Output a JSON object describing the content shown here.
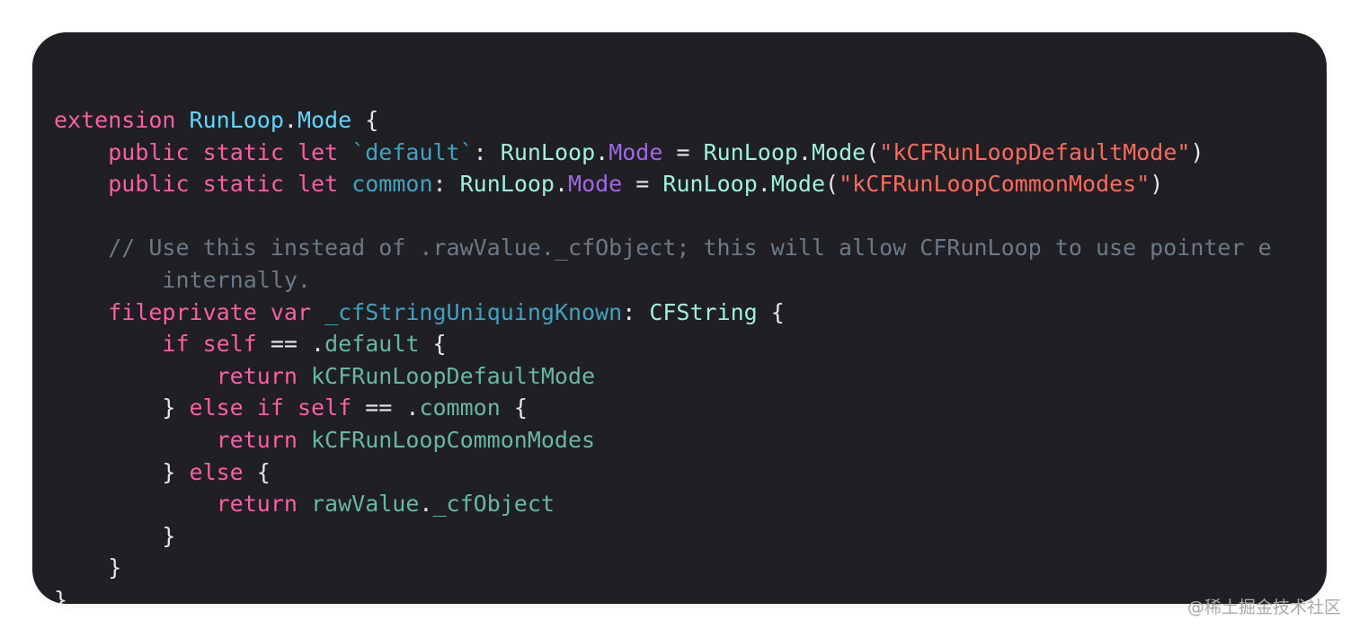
{
  "theme": {
    "background": "#1f1f24",
    "keyword": "#fc5fa3",
    "type": "#5dd8ff",
    "property": "#a167e6",
    "class": "#9ef1dd",
    "string": "#fc6a5d",
    "identifier": "#41a1c0",
    "other_identifier": "#67b7a4",
    "comment": "#6c7986",
    "plain": "#e6e6e6"
  },
  "watermark": "@稀土掘金技术社区",
  "code_lines": [
    [
      [
        "kw",
        "extension"
      ],
      [
        "pln",
        " "
      ],
      [
        "type",
        "RunLoop"
      ],
      [
        "pln",
        "."
      ],
      [
        "type",
        "Mode"
      ],
      [
        "pln",
        " {"
      ]
    ],
    [
      [
        "pln",
        "    "
      ],
      [
        "kw",
        "public"
      ],
      [
        "pln",
        " "
      ],
      [
        "kw",
        "static"
      ],
      [
        "pln",
        " "
      ],
      [
        "kw",
        "let"
      ],
      [
        "pln",
        " "
      ],
      [
        "id",
        "`default`"
      ],
      [
        "pln",
        ": "
      ],
      [
        "cls",
        "RunLoop"
      ],
      [
        "pln",
        "."
      ],
      [
        "prop",
        "Mode"
      ],
      [
        "pln",
        " = "
      ],
      [
        "cls",
        "RunLoop"
      ],
      [
        "pln",
        "."
      ],
      [
        "cls",
        "Mode"
      ],
      [
        "pln",
        "("
      ],
      [
        "str",
        "\"kCFRunLoopDefaultMode\""
      ],
      [
        "pln",
        ")"
      ]
    ],
    [
      [
        "pln",
        "    "
      ],
      [
        "kw",
        "public"
      ],
      [
        "pln",
        " "
      ],
      [
        "kw",
        "static"
      ],
      [
        "pln",
        " "
      ],
      [
        "kw",
        "let"
      ],
      [
        "pln",
        " "
      ],
      [
        "id",
        "common"
      ],
      [
        "pln",
        ": "
      ],
      [
        "cls",
        "RunLoop"
      ],
      [
        "pln",
        "."
      ],
      [
        "prop",
        "Mode"
      ],
      [
        "pln",
        " = "
      ],
      [
        "cls",
        "RunLoop"
      ],
      [
        "pln",
        "."
      ],
      [
        "cls",
        "Mode"
      ],
      [
        "pln",
        "("
      ],
      [
        "str",
        "\"kCFRunLoopCommonModes\""
      ],
      [
        "pln",
        ")"
      ]
    ],
    [],
    [
      [
        "pln",
        "    "
      ],
      [
        "cmt",
        "// Use this instead of .rawValue._cfObject; this will allow CFRunLoop to use pointer e"
      ]
    ],
    [
      [
        "pln",
        "        "
      ],
      [
        "cmt",
        "internally."
      ]
    ],
    [
      [
        "pln",
        "    "
      ],
      [
        "kw",
        "fileprivate"
      ],
      [
        "pln",
        " "
      ],
      [
        "kw",
        "var"
      ],
      [
        "pln",
        " "
      ],
      [
        "id",
        "_cfStringUniquingKnown"
      ],
      [
        "pln",
        ": "
      ],
      [
        "cls",
        "CFString"
      ],
      [
        "pln",
        " {"
      ]
    ],
    [
      [
        "pln",
        "        "
      ],
      [
        "kw",
        "if"
      ],
      [
        "pln",
        " "
      ],
      [
        "kw",
        "self"
      ],
      [
        "pln",
        " == ."
      ],
      [
        "grn",
        "default"
      ],
      [
        "pln",
        " {"
      ]
    ],
    [
      [
        "pln",
        "            "
      ],
      [
        "kw",
        "return"
      ],
      [
        "pln",
        " "
      ],
      [
        "grn",
        "kCFRunLoopDefaultMode"
      ]
    ],
    [
      [
        "pln",
        "        } "
      ],
      [
        "kw",
        "else"
      ],
      [
        "pln",
        " "
      ],
      [
        "kw",
        "if"
      ],
      [
        "pln",
        " "
      ],
      [
        "kw",
        "self"
      ],
      [
        "pln",
        " == ."
      ],
      [
        "grn",
        "common"
      ],
      [
        "pln",
        " {"
      ]
    ],
    [
      [
        "pln",
        "            "
      ],
      [
        "kw",
        "return"
      ],
      [
        "pln",
        " "
      ],
      [
        "grn",
        "kCFRunLoopCommonModes"
      ]
    ],
    [
      [
        "pln",
        "        } "
      ],
      [
        "kw",
        "else"
      ],
      [
        "pln",
        " {"
      ]
    ],
    [
      [
        "pln",
        "            "
      ],
      [
        "kw",
        "return"
      ],
      [
        "pln",
        " "
      ],
      [
        "grn",
        "rawValue"
      ],
      [
        "pln",
        "."
      ],
      [
        "grn",
        "_cfObject"
      ]
    ],
    [
      [
        "pln",
        "        }"
      ]
    ],
    [
      [
        "pln",
        "    }"
      ]
    ],
    [
      [
        "pln",
        "}"
      ]
    ]
  ]
}
